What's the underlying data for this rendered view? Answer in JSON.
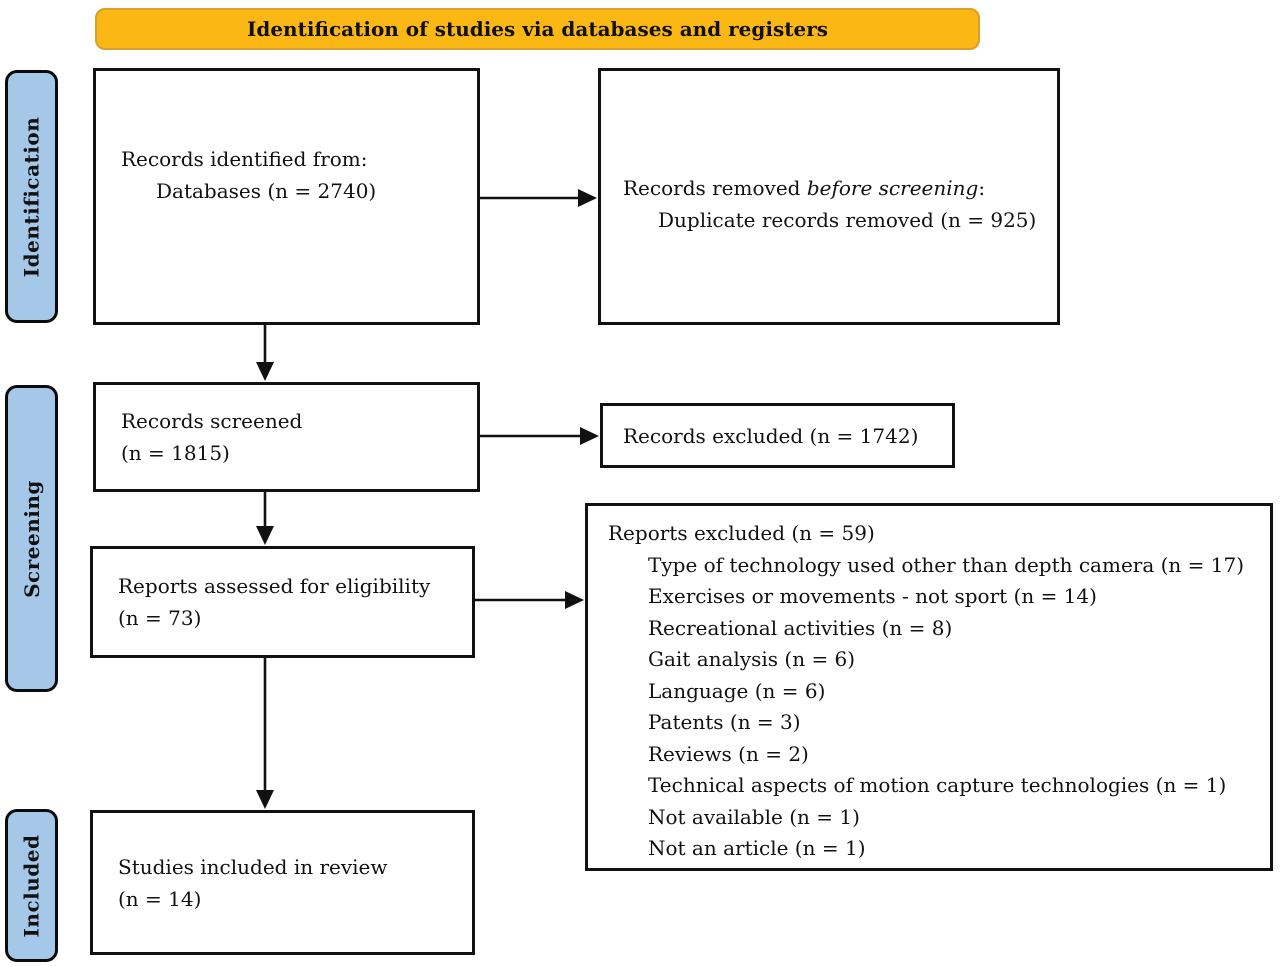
{
  "banner": {
    "title": "Identification of studies via databases and registers"
  },
  "stages": {
    "identification": "Identification",
    "screening": "Screening",
    "included": "Included"
  },
  "boxes": {
    "records_identified": {
      "line1": "Records identified from:",
      "line2": "Databases (n = 2740)"
    },
    "records_removed": {
      "line1_prefix": "Records removed ",
      "line1_italic": "before screening",
      "line1_suffix": ":",
      "line2": "Duplicate records removed (n = 925)"
    },
    "records_screened": {
      "line1": "Records screened",
      "line2": "(n = 1815)"
    },
    "records_excluded": {
      "line1": "Records excluded (n = 1742)"
    },
    "reports_assessed": {
      "line1": "Reports assessed for eligibility",
      "line2": "(n = 73)"
    },
    "reports_excluded": {
      "title": "Reports excluded (n = 59)",
      "reasons": [
        "Type of technology used other than depth camera (n = 17)",
        "Exercises or movements - not sport (n = 14)",
        "Recreational activities (n = 8)",
        "Gait analysis (n = 6)",
        "Language (n = 6)",
        "Patents (n = 3)",
        "Reviews (n = 2)",
        "Technical aspects of motion capture technologies (n = 1)",
        "Not available (n = 1)",
        "Not an article (n = 1)"
      ]
    },
    "studies_included": {
      "line1": "Studies included in review",
      "line2": "(n = 14)"
    }
  },
  "colors": {
    "banner_fill": "#FBB713",
    "banner_border": "#D99F2B",
    "stage_fill": "#A5C8E9",
    "box_border": "#111111",
    "text": "#111111"
  }
}
